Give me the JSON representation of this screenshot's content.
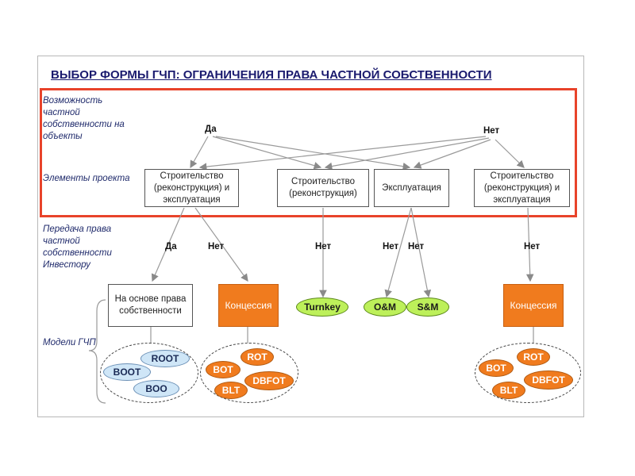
{
  "title": "ВЫБОР ФОРМЫ ГЧП: ОГРАНИЧЕНИЯ ПРАВА ЧАСТНОЙ СОБСТВЕННОСТИ",
  "side_labels": {
    "ownership": "Возможность частной собственности на объекты",
    "elements": "Элементы проекта",
    "transfer": "Передача права частной собственности Инвестору",
    "models": "Модели ГЧП"
  },
  "ownership_yes": "Да",
  "ownership_no": "Нет",
  "elements": {
    "build_operate_1": "Строительство (реконструкция) и эксплуатация",
    "build": "Строительство (реконструкция)",
    "operate": "Эксплуатация",
    "build_operate_2": "Строительство (реконструкция) и эксплуатация"
  },
  "transfer_labels": {
    "a_yes": "Да",
    "a_no": "Нет",
    "b_no": "Нет",
    "c_no1": "Нет",
    "c_no2": "Нет",
    "d_no": "Нет"
  },
  "outcomes": {
    "ownership_basis": "На основе права собственности",
    "concession_1": "Концессия",
    "turnkey": "Turnkey",
    "om": "O&M",
    "sm": "S&M",
    "concession_2": "Концессия"
  },
  "models": {
    "left": [
      "ROOT",
      "BOOT",
      "BOO"
    ],
    "middle": [
      "ROT",
      "BOT",
      "DBFOT",
      "BLT"
    ],
    "right": [
      "ROT",
      "BOT",
      "DBFOT",
      "BLT"
    ]
  },
  "colors": {
    "title": "#1a1a6e",
    "frame": "#e8432a",
    "orange": "#f07b1e",
    "blue": "#cfe6f7",
    "green": "#bdf05a"
  }
}
